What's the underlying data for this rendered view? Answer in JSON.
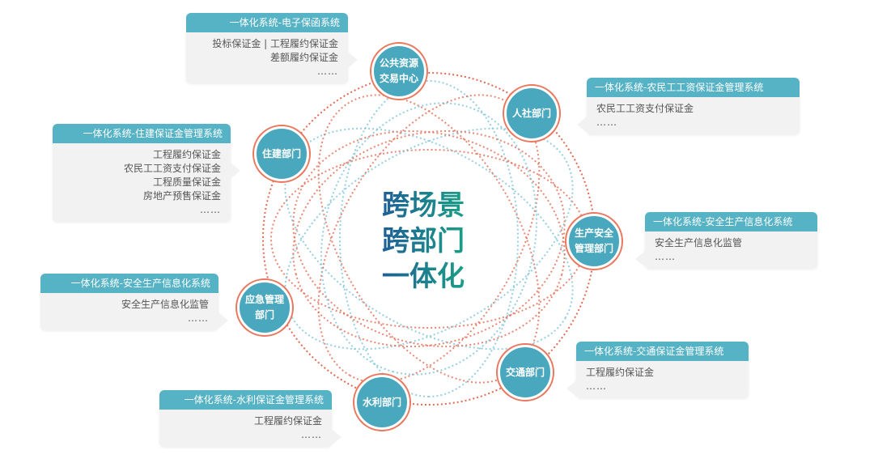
{
  "center": {
    "lines": [
      "跨场景",
      "跨部门",
      "一体化"
    ]
  },
  "nodes": [
    {
      "id": "public",
      "label": "公共资源交易中心"
    },
    {
      "id": "hr",
      "label": "人社部门"
    },
    {
      "id": "housing",
      "label": "住建部门"
    },
    {
      "id": "safety",
      "label": "生产安全管理部门"
    },
    {
      "id": "emergency",
      "label": "应急管理部门"
    },
    {
      "id": "transport",
      "label": "交通部门"
    },
    {
      "id": "water",
      "label": "水利部门"
    }
  ],
  "cards": [
    {
      "title": "一体化系统-电子保函系统",
      "items": [
        "投标保证金 | 工程履约保证金",
        "差额履约保证金"
      ],
      "more": "……"
    },
    {
      "title": "一体化系统-农民工工资保证金管理系统",
      "items": [
        "农民工工资支付保证金"
      ],
      "more": "……"
    },
    {
      "title": "一体化系统-住建保证金管理系统",
      "items": [
        "工程履约保证金",
        "农民工工资支付保证金",
        "工程质量保证金",
        "房地产预售保证金"
      ],
      "more": "……"
    },
    {
      "title": "一体化系统-安全生产信息化系统",
      "items": [
        "安全生产信息化监管"
      ],
      "more": "……"
    },
    {
      "title": "一体化系统-安全生产信息化系统",
      "items": [
        "安全生产信息化监管"
      ],
      "more": "……"
    },
    {
      "title": "一体化系统-交通保证金管理系统",
      "items": [
        "工程履约保证金"
      ],
      "more": "……"
    },
    {
      "title": "一体化系统-水利保证金管理系统",
      "items": [
        "工程履约保证金"
      ],
      "more": "……"
    }
  ],
  "colors": {
    "accent": "#56b3c6",
    "node": "#4aa8be",
    "orbit_red": "#e26a52",
    "orbit_blue": "#7cc3d8"
  }
}
